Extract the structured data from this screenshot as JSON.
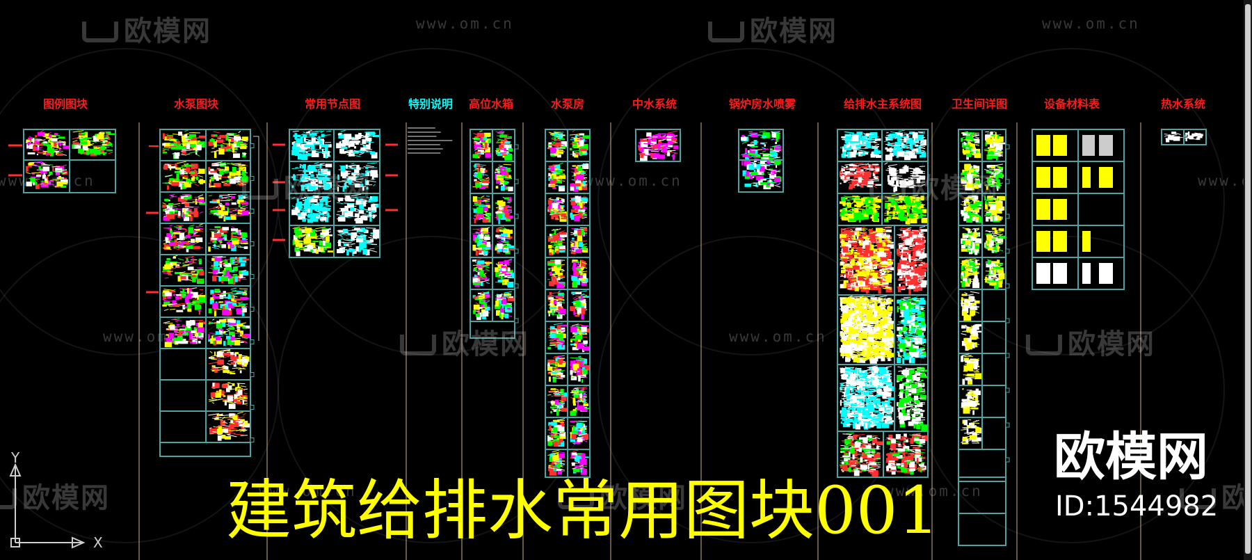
{
  "sections": [
    {
      "key": "legend",
      "label": "图例图块",
      "color": "#ff1a1a"
    },
    {
      "key": "pump-blocks",
      "label": "水泵图块",
      "color": "#ff1a1a"
    },
    {
      "key": "common-details",
      "label": "常用节点图",
      "color": "#ff1a1a"
    },
    {
      "key": "special-notes",
      "label": "特别说明",
      "color": "#00ffff"
    },
    {
      "key": "high-tank",
      "label": "高位水箱",
      "color": "#ff1a1a"
    },
    {
      "key": "pump-room",
      "label": "水泵房",
      "color": "#ff1a1a"
    },
    {
      "key": "reclaimed-water",
      "label": "中水系统",
      "color": "#ff1a1a"
    },
    {
      "key": "boiler-spray",
      "label": "锅炉房水喷雾",
      "color": "#ff1a1a"
    },
    {
      "key": "main-system",
      "label": "给排水主系统图",
      "color": "#ff1a1a"
    },
    {
      "key": "toilet-details",
      "label": "卫生间详图",
      "color": "#ff1a1a"
    },
    {
      "key": "equipment-table",
      "label": "设备材料表",
      "color": "#ff1a1a"
    },
    {
      "key": "hot-water",
      "label": "热水系统",
      "color": "#ff1a1a"
    }
  ],
  "watermark": {
    "logo_text": "欧模网",
    "url_text": "www.om.cn"
  },
  "title": "建筑给排水常用图块001",
  "brand": {
    "logo": "欧模网",
    "id": "ID:1544982"
  },
  "ucs": {
    "x_label": "X",
    "y_label": "Y"
  },
  "colors": {
    "background": "#000000",
    "frame": "#4fa3a3",
    "heading": "#ff1a1a",
    "title": "#ffff00",
    "divider": "#c8b488"
  }
}
